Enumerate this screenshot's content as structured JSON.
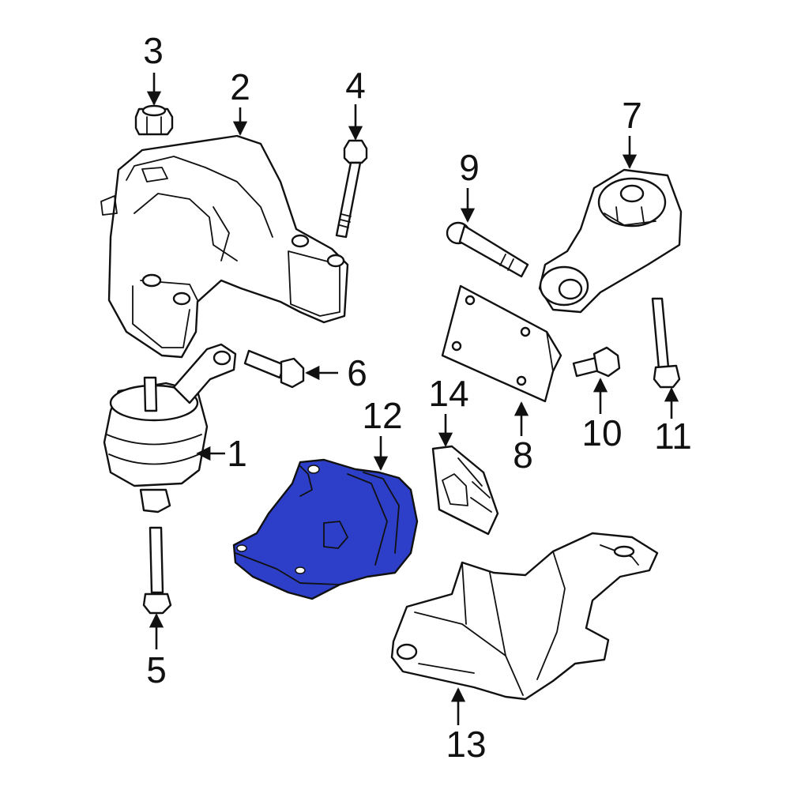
{
  "diagram": {
    "highlight_color": "#2d3fc8",
    "line_color": "#111111",
    "background": "#ffffff",
    "callouts": [
      {
        "id": "c3",
        "text": "3"
      },
      {
        "id": "c2",
        "text": "2"
      },
      {
        "id": "c4",
        "text": "4"
      },
      {
        "id": "c9",
        "text": "9"
      },
      {
        "id": "c7",
        "text": "7"
      },
      {
        "id": "c6",
        "text": "6"
      },
      {
        "id": "c1",
        "text": "1"
      },
      {
        "id": "c12",
        "text": "12"
      },
      {
        "id": "c14",
        "text": "14"
      },
      {
        "id": "c8",
        "text": "8"
      },
      {
        "id": "c10",
        "text": "10"
      },
      {
        "id": "c11",
        "text": "11"
      },
      {
        "id": "c5",
        "text": "5"
      },
      {
        "id": "c13",
        "text": "13"
      }
    ],
    "highlighted_part": "12"
  }
}
